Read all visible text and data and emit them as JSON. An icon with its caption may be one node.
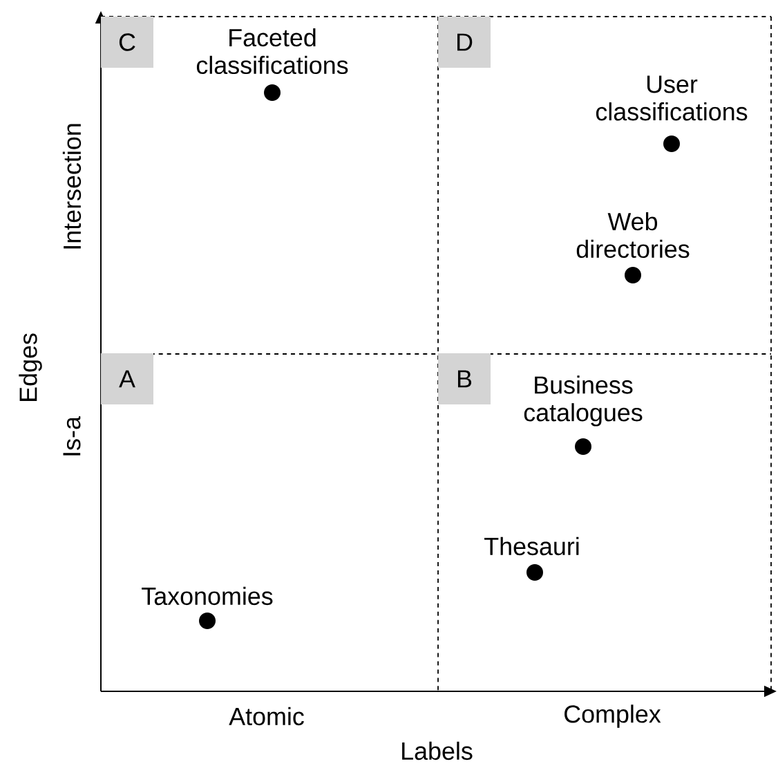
{
  "diagram": {
    "nodes": [
      {
        "text": [
          "C"
        ]
      },
      {
        "text": [],
        "shape": "circle",
        "beside": [
          "Faceted classifications"
        ]
      },
      {
        "text": [
          "D"
        ]
      },
      {
        "text": [],
        "shape": "circle",
        "beside": [
          "User classifications"
        ]
      },
      {
        "text": [],
        "shape": "circle",
        "beside": [
          "Web directories"
        ]
      },
      {
        "text": [
          "A"
        ]
      },
      {
        "text": [
          "B"
        ]
      },
      {
        "text": [],
        "shape": "circle",
        "beside": [
          "Business catalogues"
        ]
      },
      {
        "text": [],
        "shape": "circle",
        "beside": [
          "Thesauri"
        ]
      },
      {
        "text": [],
        "shape": "circle",
        "beside": [
          "Taxonomies"
        ]
      }
    ],
    "labels": [
      "Intersection",
      "Edges",
      "Is-a",
      "Atomic",
      "Complex",
      "Labels"
    ]
  }
}
